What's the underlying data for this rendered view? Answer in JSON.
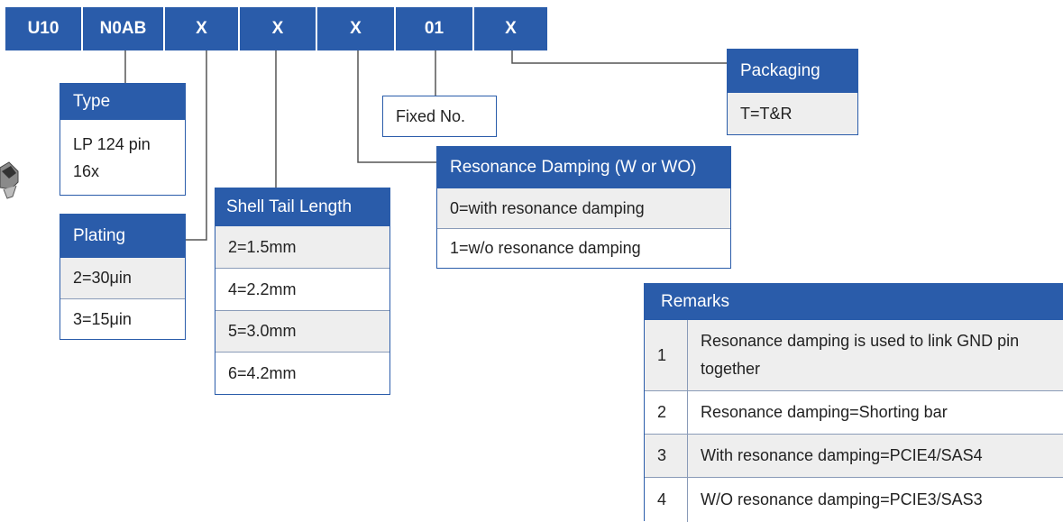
{
  "code": [
    "U10",
    "N0AB",
    "X",
    "X",
    "X",
    "01",
    "X"
  ],
  "type_box": {
    "header": "Type",
    "rows": [
      "LP 124 pin",
      "16x"
    ]
  },
  "plating_box": {
    "header": "Plating",
    "rows": [
      "2=30μin",
      "3=15μin"
    ]
  },
  "shell_box": {
    "header": "Shell Tail Length",
    "rows": [
      "2=1.5mm",
      "4=2.2mm",
      "5=3.0mm",
      "6=4.2mm"
    ]
  },
  "fixed_box": {
    "label": "Fixed No."
  },
  "resonance_box": {
    "header": "Resonance Damping (W or WO)",
    "rows": [
      "0=with resonance damping",
      "1=w/o resonance damping"
    ]
  },
  "packaging_box": {
    "header": "Packaging",
    "rows": [
      "T=T&R"
    ]
  },
  "remarks": {
    "header": "Remarks",
    "rows": [
      {
        "num": "1",
        "text": "Resonance damping is used to link GND pin together"
      },
      {
        "num": "2",
        "text": "Resonance damping=Shorting bar"
      },
      {
        "num": "3",
        "text": "With resonance damping=PCIE4/SAS4"
      },
      {
        "num": "4",
        "text": "W/O resonance damping=PCIE3/SAS3"
      }
    ]
  },
  "colors": {
    "accent": "#2a5caa",
    "row_alt": "#eeeeee"
  }
}
